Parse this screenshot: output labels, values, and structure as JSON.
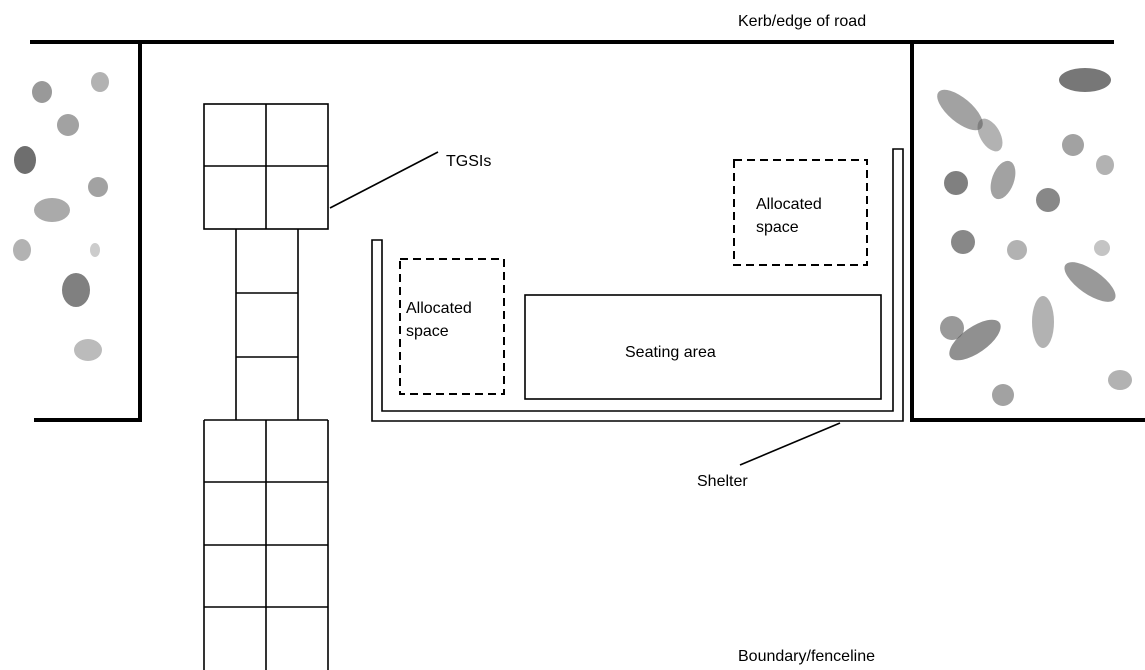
{
  "labels": {
    "kerb": "Kerb/edge of road",
    "tgsi": "TGSIs",
    "allocated_left_1": "Allocated",
    "allocated_left_2": "space",
    "allocated_right_1": "Allocated",
    "allocated_right_2": "space",
    "seating": "Seating area",
    "shelter": "Shelter",
    "boundary": "Boundary/fenceline"
  },
  "colors": {
    "line": "#000000",
    "background": "#ffffff",
    "vegetation": "#555555"
  },
  "icons": {
    "vegetation": "shrub-stipple"
  }
}
